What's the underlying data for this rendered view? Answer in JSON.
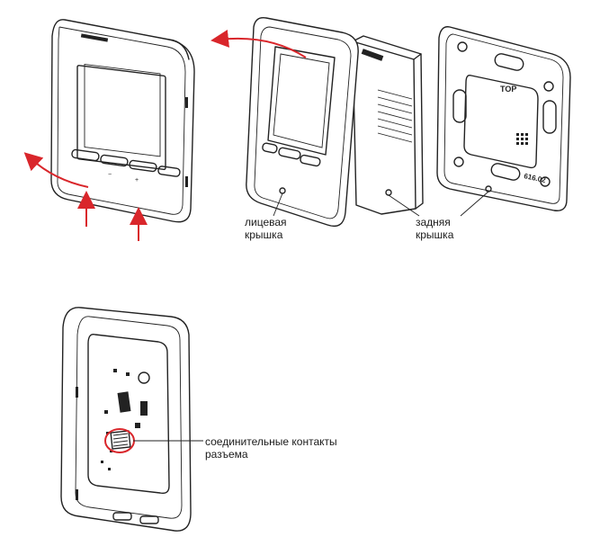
{
  "labels": {
    "front_cover": [
      "лицевая",
      "крышка"
    ],
    "back_cover": [
      "задняя",
      "крышка"
    ],
    "connector": [
      "соединительные контакты",
      "разъема"
    ]
  },
  "device_markings": {
    "top": "TOP",
    "model_code": "616.02",
    "minus": "−",
    "plus": "+"
  },
  "colors": {
    "arrow": "#d9262b",
    "line": "#222222"
  }
}
